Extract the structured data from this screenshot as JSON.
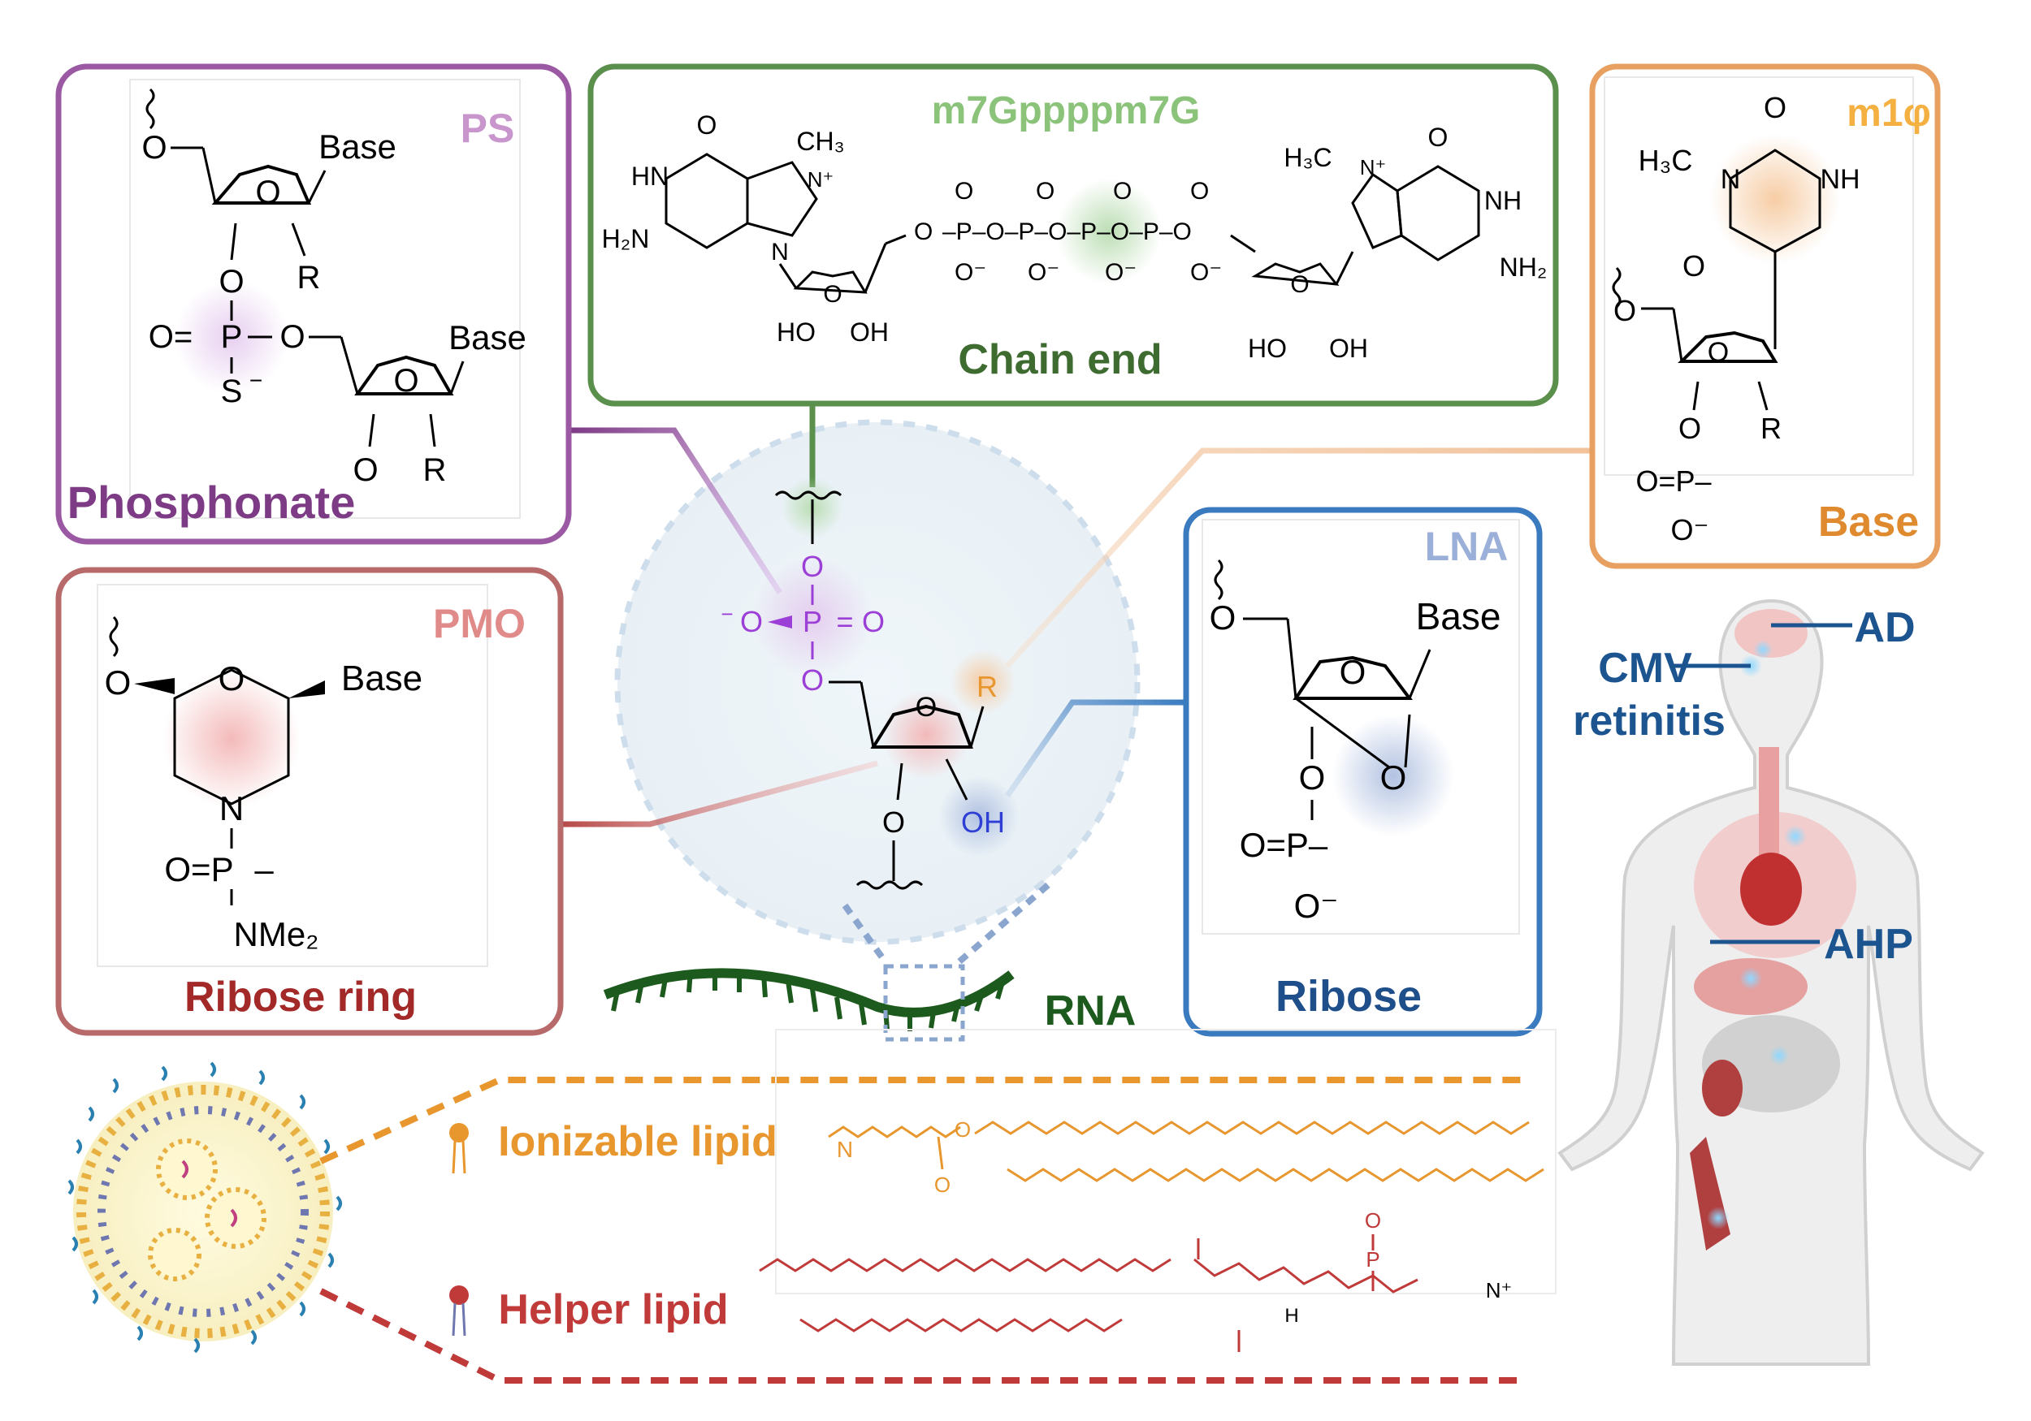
{
  "ps_panel": {
    "tag": "PS",
    "caption": "Phosphonate",
    "base": "Base",
    "base2": "Base",
    "r": "R",
    "r2": "R",
    "o": "O",
    "s": "S",
    "minus": "−",
    "p": "P"
  },
  "cap_panel": {
    "tag": "m7Gppppm7G",
    "caption": "Chain end",
    "ch3": "CH",
    "three": "3",
    "h2n": "H₂N",
    "nh2": "NH₂",
    "hn": "HN",
    "nh": "NH",
    "ho": "HO",
    "oh": "OH",
    "h3c": "H₃C"
  },
  "base_panel": {
    "tag": "m1φ",
    "caption": "Base",
    "h3c": "H₃C",
    "nh": "NH",
    "r": "R"
  },
  "pmo_panel": {
    "tag": "PMO",
    "caption": "Ribose ring",
    "base": "Base",
    "nme2": "NMe₂",
    "n": "N"
  },
  "lna_panel": {
    "tag": "LNA",
    "caption": "Ribose",
    "base": "Base"
  },
  "center": {
    "r": "R",
    "oh": "OH"
  },
  "rna_label": "RNA",
  "lnp": {
    "ionizable_label": "Ionizable lipid",
    "helper_label": "Helper lipid"
  },
  "body_labels": {
    "ad": "AD",
    "cmv": "CMV",
    "retinitis": "retinitis",
    "ahp": "AHP"
  },
  "colors": {
    "ps": "#9b59a4",
    "ps_text": "#c896cc",
    "phosphonate": "#7d3a85",
    "cap": "#5a8f4c",
    "cap_tag": "#8cc37a",
    "chain_end": "#3d6b30",
    "base": "#e8a060",
    "base_tag": "#f5b042",
    "base_caption": "#e08a30",
    "pmo": "#b86a6a",
    "pmo_tag": "#e08a8a",
    "ribose_ring": "#a32828",
    "lna": "#3a7bbf",
    "lna_tag": "#9bb0d8",
    "ribose": "#1e4f8a",
    "rna": "#1d5a1d",
    "ionizable": "#e8962e",
    "helper": "#c03a3a",
    "phosphate_center": "#9b3fd6",
    "oh_blue": "#2f3fd6",
    "body_label": "#1c5490"
  }
}
